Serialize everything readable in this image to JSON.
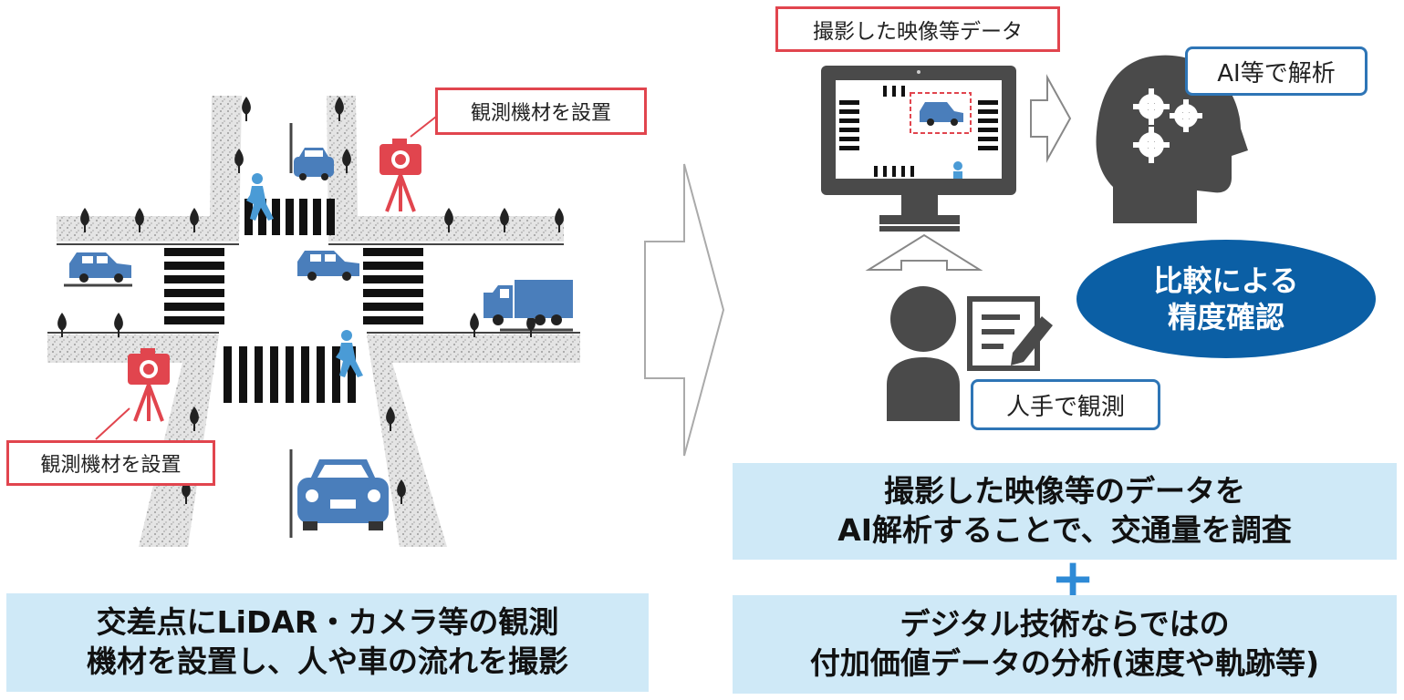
{
  "labels": {
    "equipment_top": "観測機材を設置",
    "equipment_bottom": "観測機材を設置",
    "captured_video": "撮影した映像等データ",
    "ai_analysis": "AI等で解析",
    "manual_observation": "人手で観測",
    "comparison_line1": "比較による",
    "comparison_line2": "精度確認"
  },
  "panels": {
    "left_line1": "交差点にLiDAR・カメラ等の観測",
    "left_line2": "機材を設置し、人や車の流れを撮影",
    "right_top_line1": "撮影した映像等のデータを",
    "right_top_line2": "AI解析することで、交通量を調査",
    "plus": "+",
    "right_bottom_line1": "デジタル技術ならではの",
    "right_bottom_line2": "付加価値データの分析(速度や軌跡等)"
  },
  "colors": {
    "accent_red": "#e1454e",
    "accent_blue": "#2e75b6",
    "vehicle_blue": "#4a7ebb",
    "panel_bg": "#cfe9f7",
    "oval_blue": "#0b5fa5",
    "icon_gray": "#555555"
  }
}
